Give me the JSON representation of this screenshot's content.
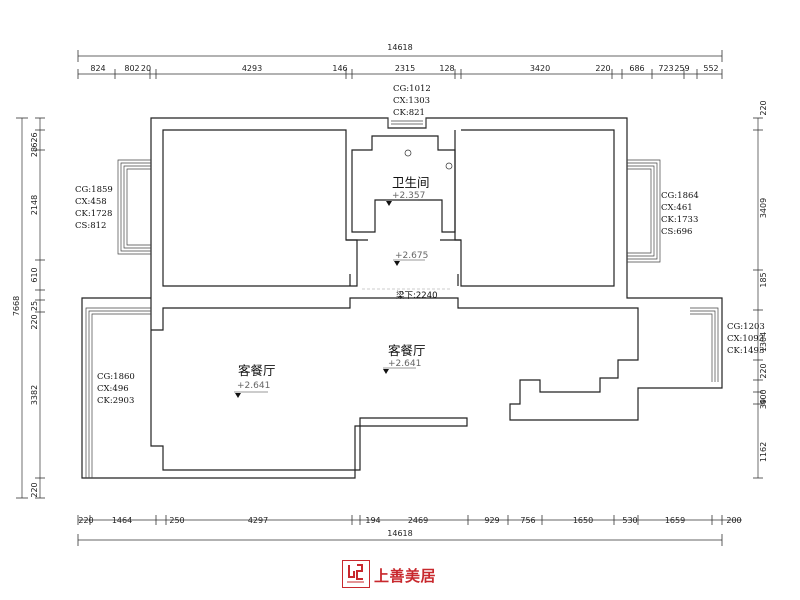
{
  "dims": {
    "top_total": "14618",
    "top_segments": [
      "824",
      "802",
      "20",
      "4293",
      "146",
      "2315",
      "128",
      "3420",
      "220",
      "686",
      "723",
      "259",
      "552"
    ],
    "bottom_segments": [
      "220",
      "1464",
      "250",
      "4297",
      "194",
      "2469",
      "929",
      "756",
      "1650",
      "530",
      "1659",
      "200"
    ],
    "bottom_total": "14618",
    "left_total": "7668",
    "left_segments": [
      "626",
      "28",
      "2148",
      "610",
      "220",
      "25",
      "3382",
      "220"
    ],
    "right_segments": [
      "220",
      "3409",
      "185",
      "1304",
      "220",
      "400",
      "39",
      "1162"
    ]
  },
  "bath_window_note": [
    "CG:1012",
    "CX:1303",
    "CK:821"
  ],
  "left_upper_note": [
    "CG:1859",
    "CX:458",
    "CK:1728",
    "CS:812"
  ],
  "right_upper_note": [
    "CG:1864",
    "CX:461",
    "CK:1733",
    "CS:696"
  ],
  "left_lower_note": [
    "CG:1860",
    "CX:496",
    "CK:2903"
  ],
  "right_lower_note": [
    "CG:1203",
    "CX:1093",
    "CK:1493"
  ],
  "rooms": {
    "bathroom": "卫生间",
    "bathroom_elev": "+2.357",
    "corridor_elev": "+2.675",
    "beam": "梁下:2240",
    "living_main": "客餐厅",
    "living_main_elev": "+2.641",
    "living_left": "客餐厅",
    "living_left_elev": "+2.641"
  },
  "logo": {
    "brand": "上善美居",
    "accent_color": "#c8282d"
  }
}
